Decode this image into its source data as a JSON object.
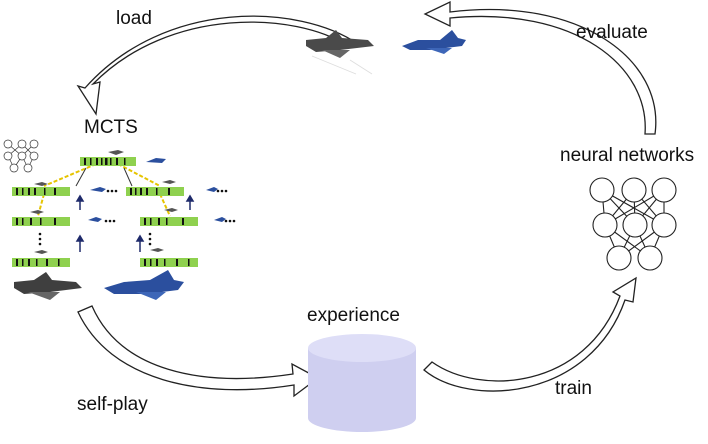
{
  "labels": {
    "load": "load",
    "evaluate": "evaluate",
    "mcts": "MCTS",
    "neural_networks": "neural networks",
    "experience": "experience",
    "self_play": "self-play",
    "train": "train"
  },
  "colors": {
    "arrow_outline": "#222222",
    "arrow_fill": "#ffffff",
    "database_fill": "#cfcff0",
    "database_top": "#dedef7",
    "node_bar": "#8fd14f",
    "tick": "#111111",
    "edge_yellow": "#e6c400",
    "red_jet": "#4a4a4a",
    "blue_jet": "#2b4f9e"
  },
  "icons": [
    "left-arrow-icon",
    "right-arrow-icon",
    "up-arrow-icon",
    "down-arrow-icon",
    "jet-icon",
    "neural-network-icon",
    "database-icon",
    "ellipsis-icon"
  ]
}
